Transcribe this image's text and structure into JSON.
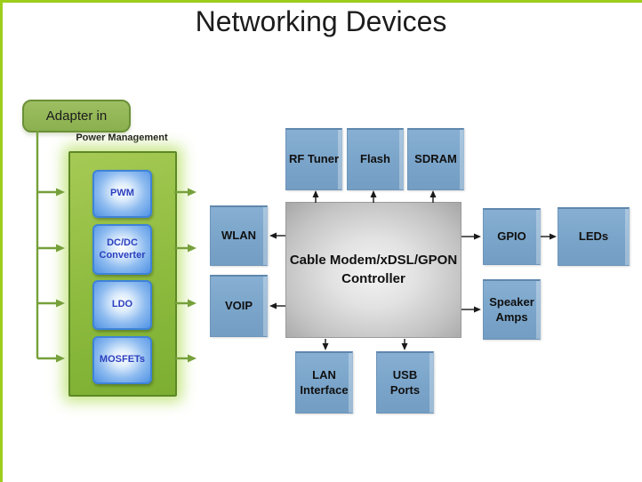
{
  "slide": {
    "title": "Networking Devices"
  },
  "adapter": {
    "label": "Adapter in"
  },
  "power_management": {
    "label": "Power Management",
    "components": [
      {
        "label": "PWM"
      },
      {
        "label": "DC/DC Converter"
      },
      {
        "label": "LDO"
      },
      {
        "label": "MOSFETs"
      }
    ]
  },
  "controller": {
    "line1": "Cable Modem/xDSL/GPON",
    "line2": "Controller"
  },
  "peripherals": {
    "rf_tuner": "RF Tuner",
    "flash": "Flash",
    "sdram": "SDRAM",
    "wlan": "WLAN",
    "voip": "VOIP",
    "gpio": "GPIO",
    "leds": "LEDs",
    "speaker_amps": "Speaker Amps",
    "lan_interface": "LAN Interface",
    "usb_ports": "USB Ports"
  },
  "colors": {
    "slide_border_green": "#9cce1b",
    "power_box_green": "#8dbb3e",
    "power_arrow_green": "#76a03a",
    "component_blue": "#4f92e4",
    "component_text_blue": "#2b3fbf",
    "peripheral_steel_blue": "#7aa4c9",
    "controller_gray": "#c4c4c4",
    "connector_black": "#1a1a1a"
  }
}
